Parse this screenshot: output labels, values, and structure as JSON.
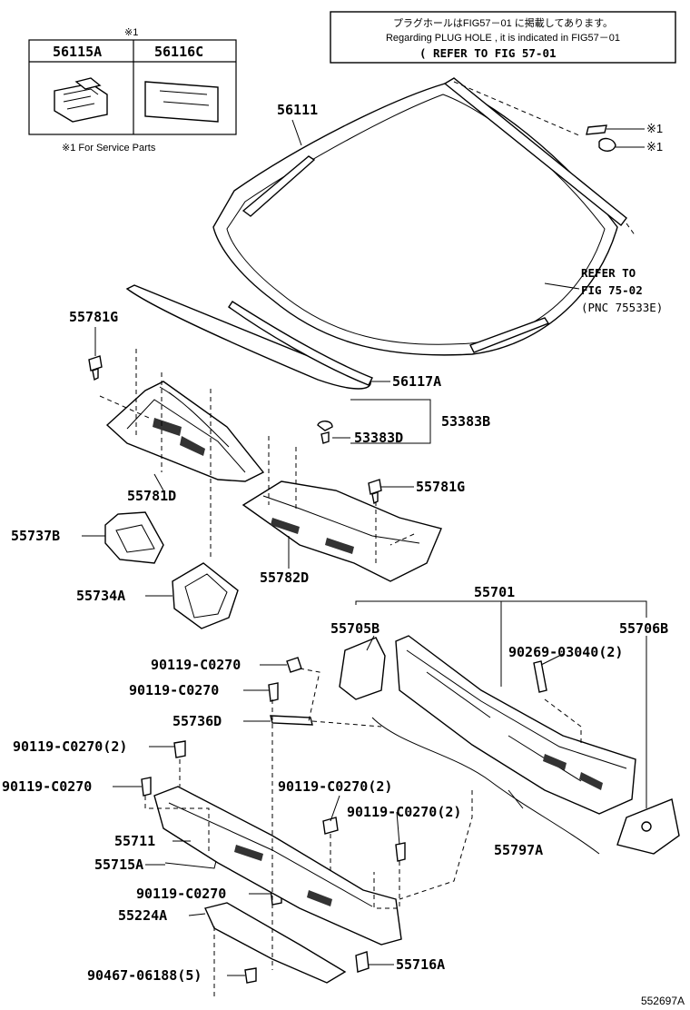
{
  "note_box": {
    "line1": "プラグホールはFIG57－01 に掲載してあります。",
    "line2": "Regarding PLUG HOLE , it is indicated in FIG57－01",
    "line3": "( REFER TO FIG 57-01"
  },
  "service_table": {
    "mark": "※1",
    "col1": "56115A",
    "col2": "56116C",
    "footnote": "※1 For Service Parts"
  },
  "service_marks": [
    "※1",
    "※1"
  ],
  "refer": {
    "line1": "REFER TO",
    "line2": "FIG 75-02",
    "line3": "(PNC 75533E)"
  },
  "labels": {
    "p56111": "56111",
    "p55781G_a": "55781G",
    "p56117A": "56117A",
    "p53383B": "53383B",
    "p53383D": "53383D",
    "p55781D": "55781D",
    "p55781G_b": "55781G",
    "p55737B": "55737B",
    "p55782D": "55782D",
    "p55734A": "55734A",
    "p55701": "55701",
    "p55705B": "55705B",
    "p55706B": "55706B",
    "p90269": "90269-03040(2)",
    "p90119_a": "90119-C0270",
    "p90119_b": "90119-C0270",
    "p55736D": "55736D",
    "p90119_c": "90119-C0270(2)",
    "p90119_d": "90119-C0270",
    "p90119_e": "90119-C0270(2)",
    "p90119_f": "90119-C0270(2)",
    "p55711": "55711",
    "p55797A": "55797A",
    "p55715A": "55715A",
    "p90119_g": "90119-C0270",
    "p55224A": "55224A",
    "p90467": "90467-06188(5)",
    "p55716A": "55716A"
  },
  "figure_id": "552697A"
}
